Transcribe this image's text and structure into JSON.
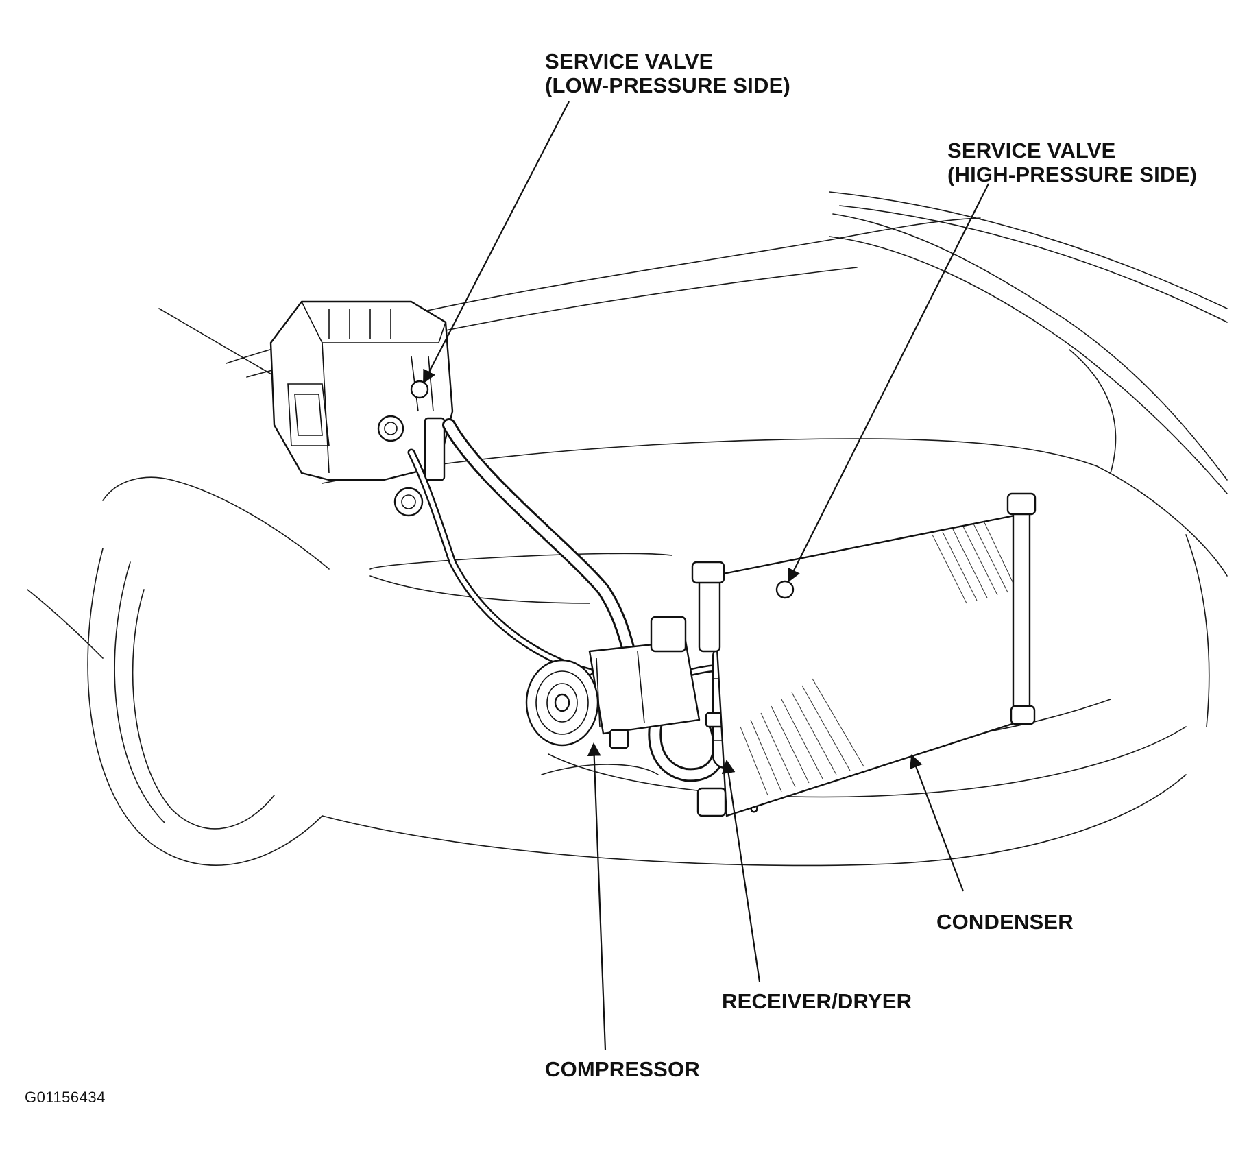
{
  "labels": {
    "service_valve_low": [
      "SERVICE VALVE",
      "(LOW-PRESSURE SIDE)"
    ],
    "service_valve_high": [
      "SERVICE VALVE",
      "(HIGH-PRESSURE SIDE)"
    ],
    "condenser": "CONDENSER",
    "receiver_dryer": "RECEIVER/DRYER",
    "compressor": "COMPRESSOR"
  },
  "figure_id": "G01156434"
}
